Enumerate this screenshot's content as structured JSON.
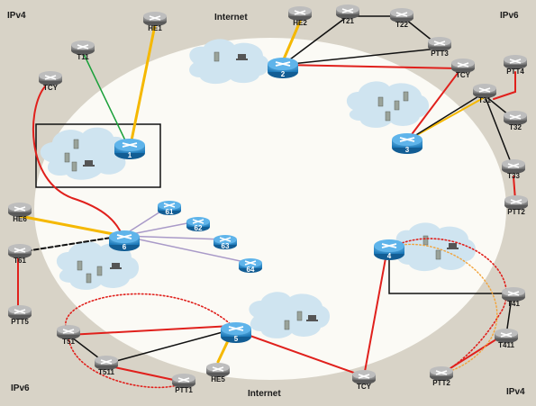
{
  "corners": {
    "top_left": "IPv4",
    "top_right": "IPv6",
    "bottom_left": "IPv6",
    "bottom_right": "IPv4"
  },
  "internet_labels": {
    "top": "Internet",
    "bottom": "Internet"
  },
  "core_routers": {
    "r1": "1",
    "r2": "2",
    "r3": "3",
    "r4": "4",
    "r5": "5",
    "r6": "6",
    "r61": "61",
    "r62": "62",
    "r63": "63",
    "r64": "64"
  },
  "edge_routers": {
    "he1": "HE1",
    "he2": "HE2",
    "he5": "HE5",
    "he6": "HE6",
    "t11": "T11",
    "tcy_tl": "TCY",
    "t21": "T21",
    "t22": "T22",
    "ptt3": "PTT3",
    "tcy_tr": "TCY",
    "ptt4": "PTT4",
    "t31": "T31",
    "t32": "T32",
    "t33": "T33",
    "ptt2_r": "PTT2",
    "t61": "T61",
    "ptt5": "PTT5",
    "t51": "T51",
    "t511": "T511",
    "ptt1": "PTT1",
    "tcy_b": "TCY",
    "t41": "T41",
    "t411": "T411",
    "ptt2_b": "PTT2"
  },
  "colors": {
    "background": "#d8d3c7",
    "ellipse": "#fbfaf5",
    "cloud": "#cfe4f0",
    "router_blue": "#2a8fcf",
    "router_gray": "#8c8c8c",
    "red": "#e0201c",
    "yellow": "#f5b800",
    "black": "#111111",
    "green": "#1aa03a",
    "purple": "#a99ac8",
    "orange": "#f2a33a"
  }
}
